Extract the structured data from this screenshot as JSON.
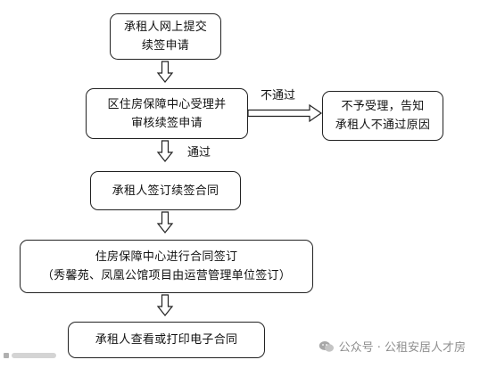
{
  "nodes": {
    "submit": {
      "line1": "承租人网上提交",
      "line2": "续签申请"
    },
    "review": {
      "line1": "区住房保障中心受理并",
      "line2": "审核续签申请"
    },
    "reject": {
      "line1": "不予受理，告知",
      "line2": "承租人不通过原因"
    },
    "sign": {
      "line1": "承租人签订续签合同"
    },
    "center_sign": {
      "line1": "住房保障中心进行合同签订",
      "line2": "（秀馨苑、凤凰公馆项目由运营管理单位签订）"
    },
    "print": {
      "line1": "承租人查看或打印电子合同"
    }
  },
  "edges": {
    "fail_label": "不通过",
    "pass_label": "通过"
  },
  "watermark": {
    "text": "公众号 · 公租安居人才房"
  }
}
